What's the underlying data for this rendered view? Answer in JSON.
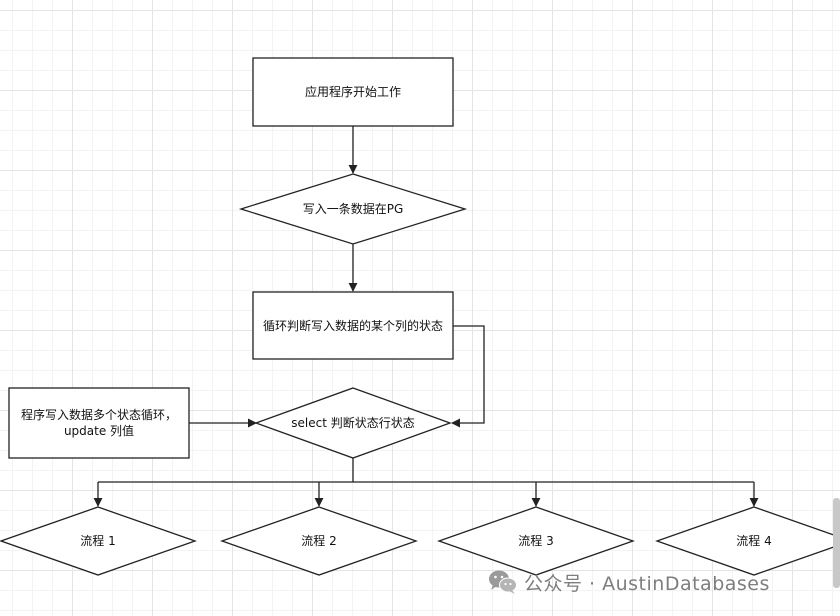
{
  "nodes": {
    "start": "应用程序开始工作",
    "write_pg": "写入一条数据在PG",
    "loop_check": "循环判断写入数据的某个列的状态",
    "program_update": "程序写入数据多个状态循环，update 列值",
    "select_check": "select 判断状态行状态",
    "flow1": "流程 1",
    "flow2": "流程 2",
    "flow3": "流程 3",
    "flow4": "流程 4"
  },
  "watermark": "公众号 · AustinDatabases",
  "icons": {
    "watermark_logo": "wechat-icon"
  },
  "colors": {
    "stroke": "#222222",
    "grid": "#e4e4e4",
    "watermark": "#7d7d7d"
  }
}
